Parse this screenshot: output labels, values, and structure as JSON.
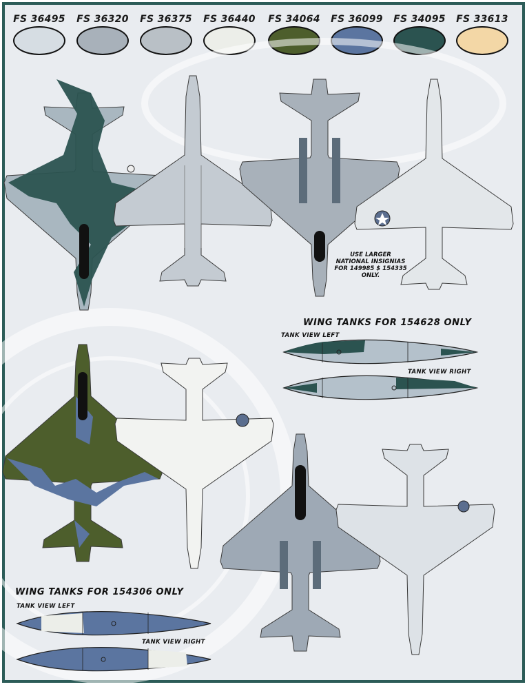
{
  "swatches": [
    {
      "code": "FS 36495",
      "color": "#d6dde3"
    },
    {
      "code": "FS 36320",
      "color": "#a8b1ba"
    },
    {
      "code": "FS 36375",
      "color": "#b9c0c6"
    },
    {
      "code": "FS 36440",
      "color": "#eceee9"
    },
    {
      "code": "FS 34064",
      "color": "#4d5e2c"
    },
    {
      "code": "FS 36099",
      "color": "#5b75a0"
    },
    {
      "code": "FS 34095",
      "color": "#2b5350"
    },
    {
      "code": "FS 33613",
      "color": "#f3d7a6"
    }
  ],
  "notes": {
    "insignia_line1": "USE LARGER",
    "insignia_line2": "NATIONAL INSIGNIAS",
    "insignia_line3": "FOR 149985 $ 154335",
    "insignia_line4": "ONLY."
  },
  "tanks_154628": {
    "heading": "WING TANKS FOR 154628 ONLY",
    "left_label": "TANK VIEW LEFT",
    "right_label": "TANK VIEW RIGHT"
  },
  "tanks_154306": {
    "heading": "WING TANKS FOR 154306 ONLY",
    "left_label": "TANK VIEW LEFT",
    "right_label": "TANK VIEW RIGHT"
  },
  "aircraft_schemes": [
    {
      "view": "top",
      "scheme": "green-grey camouflage"
    },
    {
      "view": "bottom",
      "scheme": "light grey"
    },
    {
      "view": "top",
      "scheme": "grey with dark blue-grey panels"
    },
    {
      "view": "bottom",
      "scheme": "light grey with national insignia"
    },
    {
      "view": "top",
      "scheme": "green-blue camouflage"
    },
    {
      "view": "bottom",
      "scheme": "white-grey"
    },
    {
      "view": "top",
      "scheme": "blue-grey"
    },
    {
      "view": "bottom",
      "scheme": "light grey"
    }
  ]
}
